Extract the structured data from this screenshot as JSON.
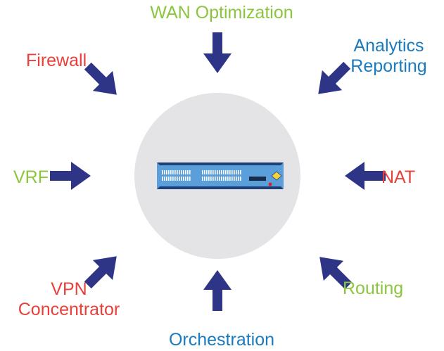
{
  "colors": {
    "arrow": "#2e3586",
    "circle": "#e4e4e6",
    "green": "#8cc63f",
    "red": "#e8413c",
    "blue": "#1a7bbf",
    "device_face": "#5a9fd9",
    "device_dark": "#1e3f78",
    "vent": "#ffffff",
    "display": "#1b2a4a",
    "led": "#d2232a",
    "dpad": "#f3d23a"
  },
  "center": {
    "icon": "network-appliance-icon"
  },
  "functions": {
    "wan": {
      "text": "WAN Optimization"
    },
    "analytics": {
      "line1": "Analytics",
      "line2": "Reporting"
    },
    "nat": {
      "text": "NAT"
    },
    "routing": {
      "text": "Routing"
    },
    "orchestration": {
      "text": "Orchestration"
    },
    "vpn": {
      "line1": "VPN",
      "line2": "Concentrator"
    },
    "vrf": {
      "text": "VRF"
    },
    "firewall": {
      "text": "Firewall"
    }
  }
}
